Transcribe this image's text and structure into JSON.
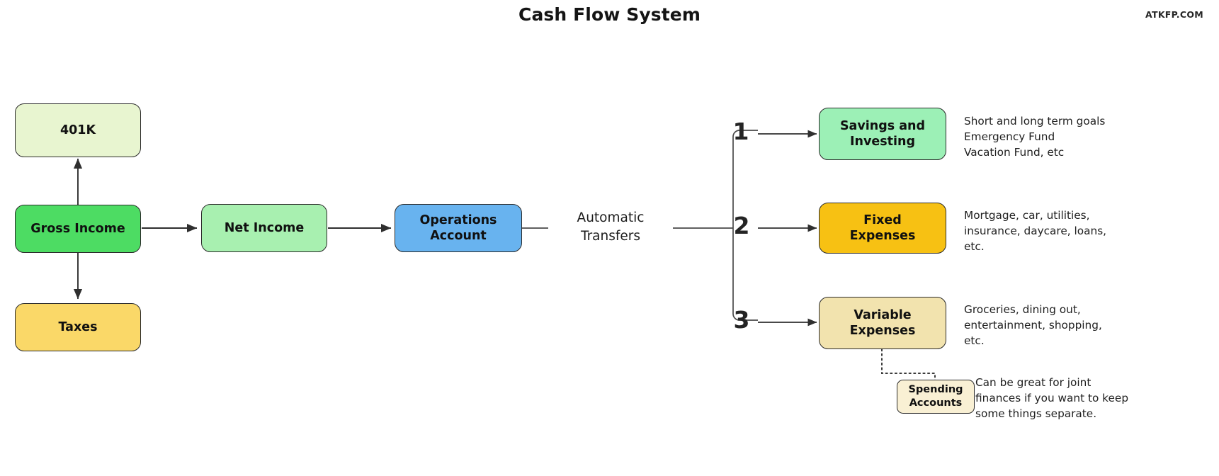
{
  "header": {
    "title": "Cash Flow System",
    "watermark": "ATKFP.COM"
  },
  "nodes": {
    "retirement": {
      "label": "401K",
      "color": "#e8f5d0"
    },
    "gross_income": {
      "label": "Gross Income",
      "color": "#4ddc63"
    },
    "taxes": {
      "label": "Taxes",
      "color": "#fad868"
    },
    "net_income": {
      "label": "Net Income",
      "color": "#a8f0b0"
    },
    "operations_account": {
      "label": "Operations\nAccount",
      "color": "#68b3ef"
    },
    "savings_investing": {
      "label": "Savings and\nInvesting",
      "color": "#9cf0b6"
    },
    "fixed_expenses": {
      "label": "Fixed\nExpenses",
      "color": "#f7c113"
    },
    "variable_expenses": {
      "label": "Variable\nExpenses",
      "color": "#f2e3ae"
    },
    "spending_accounts": {
      "label": "Spending\nAccounts",
      "color": "#f9f0d4"
    }
  },
  "edges": {
    "automatic_transfers": "Automatic\nTransfers"
  },
  "branch_numbers": {
    "one": "1",
    "two": "2",
    "three": "3"
  },
  "notes": {
    "savings": "Short and long term goals\nEmergency Fund\nVacation Fund, etc",
    "fixed": "Mortgage, car, utilities,\ninsurance, daycare, loans,\netc.",
    "variable": "Groceries, dining out,\nentertainment, shopping,\netc.",
    "spending": "Can be great for joint\nfinances if you want to keep\nsome things separate."
  },
  "colors": {
    "stroke": "#3a3a3a",
    "node_border": "#2b2b2b",
    "background": "#ffffff"
  }
}
